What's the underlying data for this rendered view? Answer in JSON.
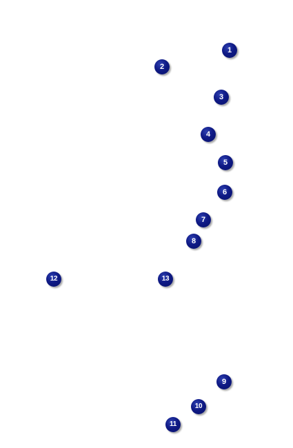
{
  "markers": [
    {
      "label": "1"
    },
    {
      "label": "2"
    },
    {
      "label": "3"
    },
    {
      "label": "4"
    },
    {
      "label": "5"
    },
    {
      "label": "6"
    },
    {
      "label": "7"
    },
    {
      "label": "8"
    },
    {
      "label": "9"
    },
    {
      "label": "10"
    },
    {
      "label": "11"
    },
    {
      "label": "12"
    },
    {
      "label": "13"
    }
  ],
  "colors": {
    "marker_fill": "#0f1a85",
    "marker_text": "#ffffff",
    "background": "#ffffff"
  }
}
